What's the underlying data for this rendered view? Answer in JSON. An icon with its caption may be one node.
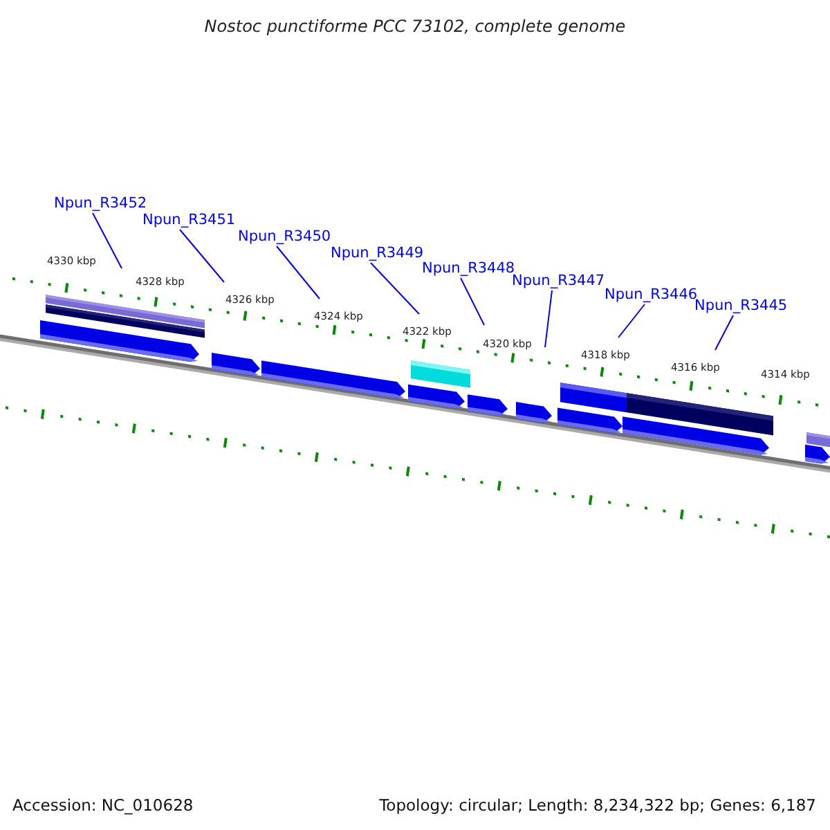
{
  "diagram": {
    "title": "Nostoc punctiforme PCC 73102, complete genome",
    "nodes": [
      {
        "text": [
          "Npun_R3452"
        ]
      },
      {
        "text": [
          "Npun_R3451"
        ]
      },
      {
        "text": [
          "Npun_R3450"
        ]
      },
      {
        "text": [
          "Npun_R3449"
        ]
      },
      {
        "text": [
          "Npun_R3448"
        ]
      },
      {
        "text": [
          "Npun_R3447"
        ]
      },
      {
        "text": [
          "Npun_R3446"
        ]
      },
      {
        "text": [
          "Npun_R3445"
        ]
      }
    ],
    "edges": [
      {
        "from": 0,
        "to": null,
        "arrow": "none"
      },
      {
        "from": 1,
        "to": null,
        "arrow": "none"
      },
      {
        "from": 2,
        "to": null,
        "arrow": "none"
      },
      {
        "from": 3,
        "to": null,
        "arrow": "none"
      },
      {
        "from": 4,
        "to": null,
        "arrow": "none"
      },
      {
        "from": 5,
        "to": null,
        "arrow": "none"
      },
      {
        "from": 6,
        "to": null,
        "arrow": "none"
      },
      {
        "from": 7,
        "to": null,
        "arrow": "none"
      }
    ],
    "labels": [
      "4330 kbp",
      "4328 kbp",
      "4326 kbp",
      "4324 kbp",
      "4322 kbp",
      "4320 kbp",
      "4318 kbp",
      "4316 kbp",
      "4314 kbp",
      "Accession: NC_010628",
      "Topology: circular; Length: 8,234,322 bp; Genes: 6,187"
    ]
  }
}
